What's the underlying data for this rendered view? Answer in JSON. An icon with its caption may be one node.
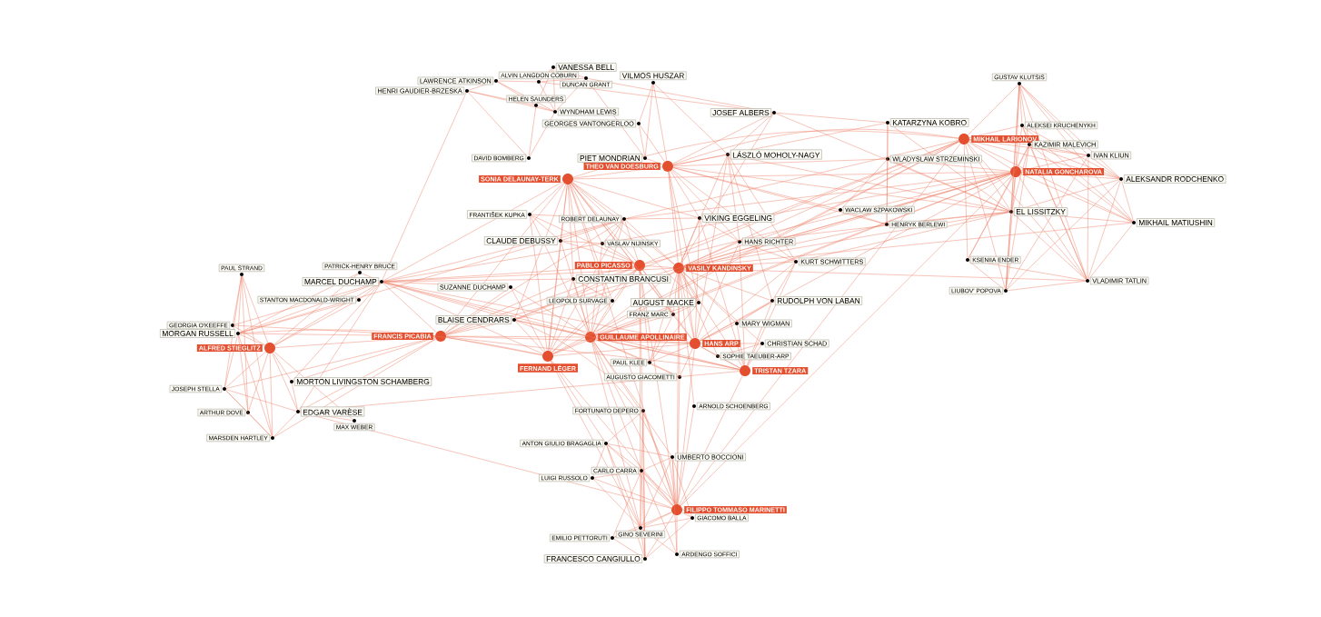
{
  "diagram": {
    "nodes": [
      {
        "text": [
          "VANESSA BELL"
        ]
      },
      {
        "text": [
          "ALVIN LANGDON COBURN"
        ]
      },
      {
        "text": [
          "DUNCAN GRANT"
        ]
      },
      {
        "text": [
          "LAWRENCE ATKINSON"
        ]
      },
      {
        "text": [
          "HENRI GAUDIER-BRZESKA"
        ]
      },
      {
        "text": [
          "HELEN SAUNDERS"
        ]
      },
      {
        "text": [
          "WYNDHAM LEWIS"
        ]
      },
      {
        "text": [
          "GEORGES VANTONGERLOO"
        ]
      },
      {
        "text": [
          "VILMOS HUSZAR"
        ]
      },
      {
        "text": [
          "DAVID BOMBERG"
        ]
      },
      {
        "text": [
          "PIET MONDRIAN"
        ]
      },
      {
        "text": [
          "THEO VAN DOESBURG"
        ]
      },
      {
        "text": [
          "SONIA DELAUNAY-TERK"
        ]
      },
      {
        "text": [
          "JOSEF ALBERS"
        ]
      },
      {
        "text": [
          "LÁSZLÓ MOHOLY-NAGY"
        ]
      },
      {
        "text": [
          "KATARZYNA KOBRO"
        ]
      },
      {
        "text": [
          "MIKHAIL LARIONOV"
        ]
      },
      {
        "text": [
          "GUSTAV KLUTSIS"
        ]
      },
      {
        "text": [
          "ALEKSEI KRUCHENYKH"
        ]
      },
      {
        "text": [
          "KAZIMIR MALEVICH"
        ]
      },
      {
        "text": [
          "IVAN KLIUN"
        ]
      },
      {
        "text": [
          "WLADYSLAW STRZEMINSKI"
        ]
      },
      {
        "text": [
          "NATALIA GONCHAROVA"
        ]
      },
      {
        "text": [
          "ALEKSANDR RODCHENKO"
        ]
      },
      {
        "text": [
          "WACLAW SZPAKOWSKI"
        ]
      },
      {
        "text": [
          "HENRYK BERLEWI"
        ]
      },
      {
        "text": [
          "EL LISSITZKY"
        ]
      },
      {
        "text": [
          "MIKHAIL MATIUSHIN"
        ]
      },
      {
        "text": [
          "FRANTIŠEK KUPKA"
        ]
      },
      {
        "text": [
          "ROBERT DELAUNAY"
        ]
      },
      {
        "text": [
          "VIKING EGGELING"
        ]
      },
      {
        "text": [
          "CLAUDE DEBUSSY"
        ]
      },
      {
        "text": [
          "VASLAV NIJINSKY"
        ]
      },
      {
        "text": [
          "HANS RICHTER"
        ]
      },
      {
        "text": [
          "PAUL STRAND"
        ]
      },
      {
        "text": [
          "PATRICK-HENRY BRUCE"
        ]
      },
      {
        "text": [
          "MARCEL DUCHAMP"
        ]
      },
      {
        "text": [
          "STANTON MACDONALD-WRIGHT"
        ]
      },
      {
        "text": [
          "SUZANNE DUCHAMP"
        ]
      },
      {
        "text": [
          "PABLO PICASSO"
        ]
      },
      {
        "text": [
          "VASILY KANDINSKY"
        ]
      },
      {
        "text": [
          "KURT SCHWITTERS"
        ]
      },
      {
        "text": [
          "CONSTANTIN BRANCUSI"
        ]
      },
      {
        "text": [
          "LEOPOLD SURVAGE"
        ]
      },
      {
        "text": [
          "AUGUST MACKE"
        ]
      },
      {
        "text": [
          "RUDOLPH VON LABAN"
        ]
      },
      {
        "text": [
          "FRANZ MARC"
        ]
      },
      {
        "text": [
          "GEORGIA O'KEEFFE"
        ]
      },
      {
        "text": [
          "MORGAN RUSSELL"
        ]
      },
      {
        "text": [
          "ALFRED STIEGLITZ"
        ]
      },
      {
        "text": [
          "BLAISE CENDRARS"
        ]
      },
      {
        "text": [
          "FRANCIS PICABIA"
        ]
      },
      {
        "text": [
          "GUILLAUME APOLLINAIRE"
        ]
      },
      {
        "text": [
          "MARY WIGMAN"
        ]
      },
      {
        "text": [
          "HANS ARP"
        ]
      },
      {
        "text": [
          "CHRISTIAN SCHAD"
        ]
      },
      {
        "text": [
          "SOPHIE TAEUBER-ARP"
        ]
      },
      {
        "text": [
          "FERNAND LÉGER"
        ]
      },
      {
        "text": [
          "TRISTAN TZARA"
        ]
      },
      {
        "text": [
          "PAUL KLEE"
        ]
      },
      {
        "text": [
          "AUGUSTO GIACOMETTI"
        ]
      },
      {
        "text": [
          "MORTON LIVINGSTON SCHAMBERG"
        ]
      },
      {
        "text": [
          "JOSEPH STELLA"
        ]
      },
      {
        "text": [
          "ARTHUR DOVE"
        ]
      },
      {
        "text": [
          "EDGAR VARÈSE"
        ]
      },
      {
        "text": [
          "MAX WEBER"
        ]
      },
      {
        "text": [
          "MARSDEN HARTLEY"
        ]
      },
      {
        "text": [
          "ARNOLD SCHOENBERG"
        ]
      },
      {
        "text": [
          "FORTUNATO DEPERO"
        ]
      },
      {
        "text": [
          "ANTON GIULIO BRAGAGLIA"
        ]
      },
      {
        "text": [
          "UMBERTO BOCCIONI"
        ]
      },
      {
        "text": [
          "LUIGI RUSSOLO"
        ]
      },
      {
        "text": [
          "CARLO CARRA"
        ]
      },
      {
        "text": [
          "FILIPPO TOMMASO MARINETTI"
        ]
      },
      {
        "text": [
          "GIACOMO BALLA"
        ]
      },
      {
        "text": [
          "GINO SEVERINI"
        ]
      },
      {
        "text": [
          "EMILIO PETTORUTI"
        ]
      },
      {
        "text": [
          "FRANCESCO CANGIULLO"
        ]
      },
      {
        "text": [
          "ARDENGO SOFFICI"
        ]
      },
      {
        "text": [
          "KSENIIA ENDER"
        ]
      },
      {
        "text": [
          "LIUBOV' POPOVA"
        ]
      },
      {
        "text": [
          "VLADIMIR TATLIN"
        ]
      }
    ],
    "edges": [
      {
        "from": 3,
        "to": 4,
        "arrow": "none"
      },
      {
        "from": 3,
        "to": 1,
        "arrow": "none"
      },
      {
        "from": 3,
        "to": 5,
        "arrow": "none"
      },
      {
        "from": 3,
        "to": 6,
        "arrow": "none"
      },
      {
        "from": 4,
        "to": 5,
        "arrow": "none"
      },
      {
        "from": 4,
        "to": 6,
        "arrow": "none"
      },
      {
        "from": 4,
        "to": 9,
        "arrow": "none"
      },
      {
        "from": 1,
        "to": 0,
        "arrow": "none"
      },
      {
        "from": 1,
        "to": 2,
        "arrow": "none"
      },
      {
        "from": 0,
        "to": 2,
        "arrow": "none"
      },
      {
        "from": 0,
        "to": 6,
        "arrow": "none"
      },
      {
        "from": 5,
        "to": 6,
        "arrow": "none"
      },
      {
        "from": 5,
        "to": 9,
        "arrow": "none"
      },
      {
        "from": 6,
        "to": 9,
        "arrow": "none"
      },
      {
        "from": 2,
        "to": 6,
        "arrow": "none"
      },
      {
        "from": 1,
        "to": 6,
        "arrow": "none"
      },
      {
        "from": 0,
        "to": 5,
        "arrow": "none"
      },
      {
        "from": 2,
        "to": 10,
        "arrow": "none"
      },
      {
        "from": 1,
        "to": 13,
        "arrow": "none"
      },
      {
        "from": 2,
        "to": 13,
        "arrow": "none"
      },
      {
        "from": 4,
        "to": 36,
        "arrow": "none"
      },
      {
        "from": 8,
        "to": 11,
        "arrow": "none"
      },
      {
        "from": 8,
        "to": 10,
        "arrow": "none"
      },
      {
        "from": 8,
        "to": 7,
        "arrow": "none"
      },
      {
        "from": 8,
        "to": 14,
        "arrow": "none"
      },
      {
        "from": 7,
        "to": 11,
        "arrow": "none"
      },
      {
        "from": 7,
        "to": 10,
        "arrow": "none"
      },
      {
        "from": 10,
        "to": 11,
        "arrow": "none"
      },
      {
        "from": 11,
        "to": 14,
        "arrow": "none"
      },
      {
        "from": 11,
        "to": 13,
        "arrow": "none"
      },
      {
        "from": 11,
        "to": 30,
        "arrow": "none"
      },
      {
        "from": 11,
        "to": 33,
        "arrow": "none"
      },
      {
        "from": 11,
        "to": 40,
        "arrow": "none"
      },
      {
        "from": 11,
        "to": 41,
        "arrow": "none"
      },
      {
        "from": 11,
        "to": 21,
        "arrow": "none"
      },
      {
        "from": 11,
        "to": 24,
        "arrow": "none"
      },
      {
        "from": 11,
        "to": 25,
        "arrow": "none"
      },
      {
        "from": 11,
        "to": 15,
        "arrow": "none"
      },
      {
        "from": 11,
        "to": 26,
        "arrow": "none"
      },
      {
        "from": 11,
        "to": 54,
        "arrow": "none"
      },
      {
        "from": 11,
        "to": 44,
        "arrow": "none"
      },
      {
        "from": 13,
        "to": 15,
        "arrow": "none"
      },
      {
        "from": 13,
        "to": 14,
        "arrow": "none"
      },
      {
        "from": 14,
        "to": 40,
        "arrow": "none"
      },
      {
        "from": 14,
        "to": 33,
        "arrow": "none"
      },
      {
        "from": 14,
        "to": 26,
        "arrow": "none"
      },
      {
        "from": 14,
        "to": 41,
        "arrow": "none"
      },
      {
        "from": 14,
        "to": 45,
        "arrow": "none"
      },
      {
        "from": 14,
        "to": 54,
        "arrow": "none"
      },
      {
        "from": 13,
        "to": 26,
        "arrow": "none"
      },
      {
        "from": 15,
        "to": 21,
        "arrow": "none"
      },
      {
        "from": 21,
        "to": 25,
        "arrow": "none"
      },
      {
        "from": 15,
        "to": 25,
        "arrow": "none"
      },
      {
        "from": 24,
        "to": 25,
        "arrow": "none"
      },
      {
        "from": 21,
        "to": 26,
        "arrow": "none"
      },
      {
        "from": 24,
        "to": 21,
        "arrow": "none"
      },
      {
        "from": 15,
        "to": 26,
        "arrow": "none"
      },
      {
        "from": 25,
        "to": 26,
        "arrow": "none"
      },
      {
        "from": 21,
        "to": 22,
        "arrow": "none"
      },
      {
        "from": 24,
        "to": 40,
        "arrow": "none"
      },
      {
        "from": 25,
        "to": 40,
        "arrow": "none"
      },
      {
        "from": 16,
        "to": 22,
        "arrow": "none"
      },
      {
        "from": 16,
        "to": 17,
        "arrow": "none"
      },
      {
        "from": 16,
        "to": 18,
        "arrow": "none"
      },
      {
        "from": 16,
        "to": 19,
        "arrow": "none"
      },
      {
        "from": 16,
        "to": 20,
        "arrow": "none"
      },
      {
        "from": 16,
        "to": 26,
        "arrow": "none"
      },
      {
        "from": 16,
        "to": 79,
        "arrow": "none"
      },
      {
        "from": 16,
        "to": 80,
        "arrow": "none"
      },
      {
        "from": 16,
        "to": 81,
        "arrow": "none"
      },
      {
        "from": 16,
        "to": 23,
        "arrow": "none"
      },
      {
        "from": 16,
        "to": 27,
        "arrow": "none"
      },
      {
        "from": 22,
        "to": 17,
        "arrow": "none"
      },
      {
        "from": 22,
        "to": 18,
        "arrow": "none"
      },
      {
        "from": 22,
        "to": 19,
        "arrow": "none"
      },
      {
        "from": 22,
        "to": 20,
        "arrow": "none"
      },
      {
        "from": 22,
        "to": 23,
        "arrow": "none"
      },
      {
        "from": 22,
        "to": 26,
        "arrow": "none"
      },
      {
        "from": 22,
        "to": 27,
        "arrow": "none"
      },
      {
        "from": 22,
        "to": 79,
        "arrow": "none"
      },
      {
        "from": 22,
        "to": 80,
        "arrow": "none"
      },
      {
        "from": 22,
        "to": 81,
        "arrow": "none"
      },
      {
        "from": 17,
        "to": 18,
        "arrow": "none"
      },
      {
        "from": 17,
        "to": 19,
        "arrow": "none"
      },
      {
        "from": 17,
        "to": 20,
        "arrow": "none"
      },
      {
        "from": 17,
        "to": 23,
        "arrow": "none"
      },
      {
        "from": 17,
        "to": 26,
        "arrow": "none"
      },
      {
        "from": 17,
        "to": 27,
        "arrow": "none"
      },
      {
        "from": 17,
        "to": 80,
        "arrow": "none"
      },
      {
        "from": 17,
        "to": 81,
        "arrow": "none"
      },
      {
        "from": 18,
        "to": 19,
        "arrow": "none"
      },
      {
        "from": 18,
        "to": 27,
        "arrow": "none"
      },
      {
        "from": 18,
        "to": 81,
        "arrow": "none"
      },
      {
        "from": 18,
        "to": 23,
        "arrow": "none"
      },
      {
        "from": 19,
        "to": 20,
        "arrow": "none"
      },
      {
        "from": 19,
        "to": 26,
        "arrow": "none"
      },
      {
        "from": 19,
        "to": 23,
        "arrow": "none"
      },
      {
        "from": 19,
        "to": 27,
        "arrow": "none"
      },
      {
        "from": 19,
        "to": 79,
        "arrow": "none"
      },
      {
        "from": 19,
        "to": 80,
        "arrow": "none"
      },
      {
        "from": 19,
        "to": 81,
        "arrow": "none"
      },
      {
        "from": 20,
        "to": 23,
        "arrow": "none"
      },
      {
        "from": 20,
        "to": 81,
        "arrow": "none"
      },
      {
        "from": 20,
        "to": 80,
        "arrow": "none"
      },
      {
        "from": 23,
        "to": 26,
        "arrow": "none"
      },
      {
        "from": 23,
        "to": 27,
        "arrow": "none"
      },
      {
        "from": 23,
        "to": 81,
        "arrow": "none"
      },
      {
        "from": 23,
        "to": 80,
        "arrow": "none"
      },
      {
        "from": 26,
        "to": 27,
        "arrow": "none"
      },
      {
        "from": 26,
        "to": 81,
        "arrow": "none"
      },
      {
        "from": 26,
        "to": 80,
        "arrow": "none"
      },
      {
        "from": 26,
        "to": 40,
        "arrow": "none"
      },
      {
        "from": 26,
        "to": 41,
        "arrow": "none"
      },
      {
        "from": 26,
        "to": 33,
        "arrow": "none"
      },
      {
        "from": 27,
        "to": 81,
        "arrow": "none"
      },
      {
        "from": 79,
        "to": 80,
        "arrow": "none"
      },
      {
        "from": 80,
        "to": 81,
        "arrow": "none"
      },
      {
        "from": 79,
        "to": 81,
        "arrow": "none"
      },
      {
        "from": 16,
        "to": 52,
        "arrow": "none"
      },
      {
        "from": 16,
        "to": 40,
        "arrow": "none"
      },
      {
        "from": 16,
        "to": 39,
        "arrow": "none"
      },
      {
        "from": 16,
        "to": 12,
        "arrow": "none"
      },
      {
        "from": 16,
        "to": 29,
        "arrow": "none"
      },
      {
        "from": 16,
        "to": 73,
        "arrow": "none"
      },
      {
        "from": 16,
        "to": 11,
        "arrow": "none"
      },
      {
        "from": 16,
        "to": 57,
        "arrow": "none"
      },
      {
        "from": 16,
        "to": 50,
        "arrow": "none"
      },
      {
        "from": 22,
        "to": 52,
        "arrow": "none"
      },
      {
        "from": 22,
        "to": 40,
        "arrow": "none"
      },
      {
        "from": 22,
        "to": 39,
        "arrow": "none"
      },
      {
        "from": 22,
        "to": 12,
        "arrow": "none"
      },
      {
        "from": 22,
        "to": 29,
        "arrow": "none"
      },
      {
        "from": 22,
        "to": 73,
        "arrow": "none"
      },
      {
        "from": 22,
        "to": 57,
        "arrow": "none"
      },
      {
        "from": 22,
        "to": 36,
        "arrow": "none"
      },
      {
        "from": 22,
        "to": 51,
        "arrow": "none"
      },
      {
        "from": 22,
        "to": 50,
        "arrow": "none"
      },
      {
        "from": 22,
        "to": 54,
        "arrow": "none"
      },
      {
        "from": 12,
        "to": 29,
        "arrow": "none"
      },
      {
        "from": 12,
        "to": 28,
        "arrow": "none"
      },
      {
        "from": 12,
        "to": 31,
        "arrow": "none"
      },
      {
        "from": 12,
        "to": 32,
        "arrow": "none"
      },
      {
        "from": 12,
        "to": 42,
        "arrow": "none"
      },
      {
        "from": 12,
        "to": 39,
        "arrow": "none"
      },
      {
        "from": 12,
        "to": 52,
        "arrow": "none"
      },
      {
        "from": 12,
        "to": 50,
        "arrow": "none"
      },
      {
        "from": 12,
        "to": 57,
        "arrow": "none"
      },
      {
        "from": 12,
        "to": 51,
        "arrow": "none"
      },
      {
        "from": 12,
        "to": 36,
        "arrow": "none"
      },
      {
        "from": 12,
        "to": 40,
        "arrow": "none"
      },
      {
        "from": 12,
        "to": 43,
        "arrow": "none"
      },
      {
        "from": 12,
        "to": 54,
        "arrow": "none"
      },
      {
        "from": 12,
        "to": 44,
        "arrow": "none"
      },
      {
        "from": 12,
        "to": 46,
        "arrow": "none"
      },
      {
        "from": 12,
        "to": 30,
        "arrow": "none"
      },
      {
        "from": 12,
        "to": 11,
        "arrow": "none"
      },
      {
        "from": 12,
        "to": 73,
        "arrow": "none"
      },
      {
        "from": 40,
        "to": 39,
        "arrow": "none"
      },
      {
        "from": 40,
        "to": 44,
        "arrow": "none"
      },
      {
        "from": 40,
        "to": 46,
        "arrow": "none"
      },
      {
        "from": 40,
        "to": 30,
        "arrow": "none"
      },
      {
        "from": 40,
        "to": 33,
        "arrow": "none"
      },
      {
        "from": 40,
        "to": 41,
        "arrow": "none"
      },
      {
        "from": 40,
        "to": 53,
        "arrow": "none"
      },
      {
        "from": 40,
        "to": 54,
        "arrow": "none"
      },
      {
        "from": 40,
        "to": 45,
        "arrow": "none"
      },
      {
        "from": 40,
        "to": 67,
        "arrow": "none"
      },
      {
        "from": 40,
        "to": 59,
        "arrow": "none"
      },
      {
        "from": 40,
        "to": 60,
        "arrow": "none"
      },
      {
        "from": 40,
        "to": 52,
        "arrow": "none"
      },
      {
        "from": 40,
        "to": 13,
        "arrow": "none"
      },
      {
        "from": 40,
        "to": 58,
        "arrow": "none"
      },
      {
        "from": 40,
        "to": 56,
        "arrow": "none"
      },
      {
        "from": 40,
        "to": 55,
        "arrow": "none"
      },
      {
        "from": 40,
        "to": 29,
        "arrow": "none"
      },
      {
        "from": 40,
        "to": 81,
        "arrow": "none"
      },
      {
        "from": 40,
        "to": 27,
        "arrow": "none"
      },
      {
        "from": 40,
        "to": 36,
        "arrow": "none"
      },
      {
        "from": 54,
        "to": 58,
        "arrow": "none"
      },
      {
        "from": 54,
        "to": 56,
        "arrow": "none"
      },
      {
        "from": 54,
        "to": 55,
        "arrow": "none"
      },
      {
        "from": 54,
        "to": 33,
        "arrow": "none"
      },
      {
        "from": 54,
        "to": 30,
        "arrow": "none"
      },
      {
        "from": 54,
        "to": 41,
        "arrow": "none"
      },
      {
        "from": 54,
        "to": 53,
        "arrow": "none"
      },
      {
        "from": 54,
        "to": 45,
        "arrow": "none"
      },
      {
        "from": 54,
        "to": 60,
        "arrow": "none"
      },
      {
        "from": 54,
        "to": 59,
        "arrow": "none"
      },
      {
        "from": 54,
        "to": 51,
        "arrow": "none"
      },
      {
        "from": 54,
        "to": 36,
        "arrow": "none"
      },
      {
        "from": 54,
        "to": 57,
        "arrow": "none"
      },
      {
        "from": 54,
        "to": 52,
        "arrow": "none"
      },
      {
        "from": 54,
        "to": 39,
        "arrow": "none"
      },
      {
        "from": 58,
        "to": 51,
        "arrow": "none"
      },
      {
        "from": 58,
        "to": 36,
        "arrow": "none"
      },
      {
        "from": 58,
        "to": 56,
        "arrow": "none"
      },
      {
        "from": 58,
        "to": 55,
        "arrow": "none"
      },
      {
        "from": 58,
        "to": 33,
        "arrow": "none"
      },
      {
        "from": 58,
        "to": 30,
        "arrow": "none"
      },
      {
        "from": 58,
        "to": 41,
        "arrow": "none"
      },
      {
        "from": 58,
        "to": 73,
        "arrow": "none"
      },
      {
        "from": 58,
        "to": 52,
        "arrow": "none"
      },
      {
        "from": 58,
        "to": 53,
        "arrow": "none"
      },
      {
        "from": 58,
        "to": 45,
        "arrow": "none"
      },
      {
        "from": 58,
        "to": 50,
        "arrow": "none"
      },
      {
        "from": 58,
        "to": 64,
        "arrow": "none"
      },
      {
        "from": 53,
        "to": 45,
        "arrow": "none"
      },
      {
        "from": 56,
        "to": 55,
        "arrow": "none"
      },
      {
        "from": 33,
        "to": 30,
        "arrow": "none"
      },
      {
        "from": 33,
        "to": 41,
        "arrow": "none"
      },
      {
        "from": 39,
        "to": 42,
        "arrow": "none"
      },
      {
        "from": 39,
        "to": 52,
        "arrow": "none"
      },
      {
        "from": 39,
        "to": 57,
        "arrow": "none"
      },
      {
        "from": 39,
        "to": 50,
        "arrow": "none"
      },
      {
        "from": 39,
        "to": 29,
        "arrow": "none"
      },
      {
        "from": 39,
        "to": 36,
        "arrow": "none"
      },
      {
        "from": 39,
        "to": 51,
        "arrow": "none"
      },
      {
        "from": 39,
        "to": 28,
        "arrow": "none"
      },
      {
        "from": 39,
        "to": 32,
        "arrow": "none"
      },
      {
        "from": 39,
        "to": 31,
        "arrow": "none"
      },
      {
        "from": 39,
        "to": 43,
        "arrow": "none"
      },
      {
        "from": 39,
        "to": 46,
        "arrow": "none"
      },
      {
        "from": 39,
        "to": 59,
        "arrow": "none"
      },
      {
        "from": 39,
        "to": 73,
        "arrow": "none"
      },
      {
        "from": 39,
        "to": 77,
        "arrow": "none"
      },
      {
        "from": 39,
        "to": 75,
        "arrow": "none"
      },
      {
        "from": 52,
        "to": 57,
        "arrow": "none"
      },
      {
        "from": 52,
        "to": 50,
        "arrow": "none"
      },
      {
        "from": 52,
        "to": 42,
        "arrow": "none"
      },
      {
        "from": 52,
        "to": 43,
        "arrow": "none"
      },
      {
        "from": 52,
        "to": 29,
        "arrow": "none"
      },
      {
        "from": 52,
        "to": 28,
        "arrow": "none"
      },
      {
        "from": 52,
        "to": 31,
        "arrow": "none"
      },
      {
        "from": 52,
        "to": 36,
        "arrow": "none"
      },
      {
        "from": 52,
        "to": 51,
        "arrow": "none"
      },
      {
        "from": 52,
        "to": 38,
        "arrow": "none"
      },
      {
        "from": 52,
        "to": 44,
        "arrow": "none"
      },
      {
        "from": 52,
        "to": 46,
        "arrow": "none"
      },
      {
        "from": 52,
        "to": 59,
        "arrow": "none"
      },
      {
        "from": 52,
        "to": 73,
        "arrow": "none"
      },
      {
        "from": 52,
        "to": 75,
        "arrow": "none"
      },
      {
        "from": 52,
        "to": 72,
        "arrow": "none"
      },
      {
        "from": 52,
        "to": 70,
        "arrow": "none"
      },
      {
        "from": 52,
        "to": 68,
        "arrow": "none"
      },
      {
        "from": 52,
        "to": 32,
        "arrow": "none"
      },
      {
        "from": 52,
        "to": 60,
        "arrow": "none"
      },
      {
        "from": 57,
        "to": 50,
        "arrow": "none"
      },
      {
        "from": 57,
        "to": 51,
        "arrow": "none"
      },
      {
        "from": 57,
        "to": 36,
        "arrow": "none"
      },
      {
        "from": 57,
        "to": 29,
        "arrow": "none"
      },
      {
        "from": 57,
        "to": 42,
        "arrow": "none"
      },
      {
        "from": 57,
        "to": 43,
        "arrow": "none"
      },
      {
        "from": 57,
        "to": 38,
        "arrow": "none"
      },
      {
        "from": 57,
        "to": 73,
        "arrow": "none"
      },
      {
        "from": 57,
        "to": 75,
        "arrow": "none"
      },
      {
        "from": 57,
        "to": 69,
        "arrow": "none"
      },
      {
        "from": 57,
        "to": 31,
        "arrow": "none"
      },
      {
        "from": 57,
        "to": 28,
        "arrow": "none"
      },
      {
        "from": 36,
        "to": 35,
        "arrow": "none"
      },
      {
        "from": 36,
        "to": 37,
        "arrow": "none"
      },
      {
        "from": 36,
        "to": 38,
        "arrow": "none"
      },
      {
        "from": 36,
        "to": 51,
        "arrow": "none"
      },
      {
        "from": 36,
        "to": 49,
        "arrow": "none"
      },
      {
        "from": 36,
        "to": 48,
        "arrow": "none"
      },
      {
        "from": 36,
        "to": 47,
        "arrow": "none"
      },
      {
        "from": 36,
        "to": 61,
        "arrow": "none"
      },
      {
        "from": 36,
        "to": 64,
        "arrow": "none"
      },
      {
        "from": 36,
        "to": 42,
        "arrow": "none"
      },
      {
        "from": 36,
        "to": 50,
        "arrow": "none"
      },
      {
        "from": 36,
        "to": 29,
        "arrow": "none"
      },
      {
        "from": 51,
        "to": 49,
        "arrow": "none"
      },
      {
        "from": 51,
        "to": 48,
        "arrow": "none"
      },
      {
        "from": 51,
        "to": 47,
        "arrow": "none"
      },
      {
        "from": 51,
        "to": 64,
        "arrow": "none"
      },
      {
        "from": 51,
        "to": 61,
        "arrow": "none"
      },
      {
        "from": 51,
        "to": 62,
        "arrow": "none"
      },
      {
        "from": 51,
        "to": 66,
        "arrow": "none"
      },
      {
        "from": 51,
        "to": 38,
        "arrow": "none"
      },
      {
        "from": 51,
        "to": 50,
        "arrow": "none"
      },
      {
        "from": 51,
        "to": 29,
        "arrow": "none"
      },
      {
        "from": 51,
        "to": 42,
        "arrow": "none"
      },
      {
        "from": 49,
        "to": 34,
        "arrow": "none"
      },
      {
        "from": 49,
        "to": 47,
        "arrow": "none"
      },
      {
        "from": 49,
        "to": 48,
        "arrow": "none"
      },
      {
        "from": 49,
        "to": 62,
        "arrow": "none"
      },
      {
        "from": 49,
        "to": 63,
        "arrow": "none"
      },
      {
        "from": 49,
        "to": 64,
        "arrow": "none"
      },
      {
        "from": 49,
        "to": 65,
        "arrow": "none"
      },
      {
        "from": 49,
        "to": 66,
        "arrow": "none"
      },
      {
        "from": 49,
        "to": 61,
        "arrow": "none"
      },
      {
        "from": 49,
        "to": 37,
        "arrow": "none"
      },
      {
        "from": 49,
        "to": 35,
        "arrow": "none"
      },
      {
        "from": 34,
        "to": 47,
        "arrow": "none"
      },
      {
        "from": 34,
        "to": 48,
        "arrow": "none"
      },
      {
        "from": 34,
        "to": 62,
        "arrow": "none"
      },
      {
        "from": 34,
        "to": 66,
        "arrow": "none"
      },
      {
        "from": 34,
        "to": 63,
        "arrow": "none"
      },
      {
        "from": 48,
        "to": 62,
        "arrow": "none"
      },
      {
        "from": 48,
        "to": 63,
        "arrow": "none"
      },
      {
        "from": 48,
        "to": 66,
        "arrow": "none"
      },
      {
        "from": 62,
        "to": 63,
        "arrow": "none"
      },
      {
        "from": 62,
        "to": 66,
        "arrow": "none"
      },
      {
        "from": 63,
        "to": 66,
        "arrow": "none"
      },
      {
        "from": 62,
        "to": 64,
        "arrow": "none"
      },
      {
        "from": 64,
        "to": 65,
        "arrow": "none"
      },
      {
        "from": 66,
        "to": 64,
        "arrow": "none"
      },
      {
        "from": 61,
        "to": 64,
        "arrow": "none"
      },
      {
        "from": 35,
        "to": 48,
        "arrow": "none"
      },
      {
        "from": 37,
        "to": 48,
        "arrow": "none"
      },
      {
        "from": 48,
        "to": 29,
        "arrow": "none"
      },
      {
        "from": 48,
        "to": 57,
        "arrow": "none"
      },
      {
        "from": 73,
        "to": 69,
        "arrow": "none"
      },
      {
        "from": 73,
        "to": 70,
        "arrow": "none"
      },
      {
        "from": 73,
        "to": 71,
        "arrow": "none"
      },
      {
        "from": 73,
        "to": 72,
        "arrow": "none"
      },
      {
        "from": 73,
        "to": 74,
        "arrow": "none"
      },
      {
        "from": 73,
        "to": 75,
        "arrow": "none"
      },
      {
        "from": 73,
        "to": 76,
        "arrow": "none"
      },
      {
        "from": 73,
        "to": 77,
        "arrow": "none"
      },
      {
        "from": 73,
        "to": 78,
        "arrow": "none"
      },
      {
        "from": 73,
        "to": 68,
        "arrow": "none"
      },
      {
        "from": 73,
        "to": 67,
        "arrow": "none"
      },
      {
        "from": 73,
        "to": 60,
        "arrow": "none"
      },
      {
        "from": 73,
        "to": 64,
        "arrow": "none"
      },
      {
        "from": 73,
        "to": 54,
        "arrow": "none"
      },
      {
        "from": 73,
        "to": 40,
        "arrow": "none"
      },
      {
        "from": 69,
        "to": 70,
        "arrow": "none"
      },
      {
        "from": 69,
        "to": 72,
        "arrow": "none"
      },
      {
        "from": 69,
        "to": 75,
        "arrow": "none"
      },
      {
        "from": 69,
        "to": 77,
        "arrow": "none"
      },
      {
        "from": 69,
        "to": 71,
        "arrow": "none"
      },
      {
        "from": 70,
        "to": 72,
        "arrow": "none"
      },
      {
        "from": 70,
        "to": 74,
        "arrow": "none"
      },
      {
        "from": 70,
        "to": 75,
        "arrow": "none"
      },
      {
        "from": 70,
        "to": 78,
        "arrow": "none"
      },
      {
        "from": 72,
        "to": 71,
        "arrow": "none"
      },
      {
        "from": 72,
        "to": 75,
        "arrow": "none"
      },
      {
        "from": 72,
        "to": 77,
        "arrow": "none"
      },
      {
        "from": 72,
        "to": 76,
        "arrow": "none"
      },
      {
        "from": 72,
        "to": 74,
        "arrow": "none"
      },
      {
        "from": 72,
        "to": 78,
        "arrow": "none"
      },
      {
        "from": 75,
        "to": 77,
        "arrow": "none"
      },
      {
        "from": 75,
        "to": 78,
        "arrow": "none"
      },
      {
        "from": 76,
        "to": 77,
        "arrow": "none"
      },
      {
        "from": 75,
        "to": 74,
        "arrow": "none"
      },
      {
        "from": 68,
        "to": 72,
        "arrow": "none"
      },
      {
        "from": 68,
        "to": 69,
        "arrow": "none"
      },
      {
        "from": 68,
        "to": 77,
        "arrow": "none"
      },
      {
        "from": 74,
        "to": 77,
        "arrow": "none"
      },
      {
        "from": 71,
        "to": 75,
        "arrow": "none"
      },
      {
        "from": 75,
        "to": 76,
        "arrow": "none"
      },
      {
        "from": 50,
        "to": 73,
        "arrow": "none"
      },
      {
        "from": 29,
        "to": 31,
        "arrow": "none"
      },
      {
        "from": 29,
        "to": 32,
        "arrow": "none"
      },
      {
        "from": 29,
        "to": 28,
        "arrow": "none"
      },
      {
        "from": 29,
        "to": 30,
        "arrow": "none"
      },
      {
        "from": 28,
        "to": 31,
        "arrow": "none"
      },
      {
        "from": 31,
        "to": 32,
        "arrow": "none"
      },
      {
        "from": 42,
        "to": 43,
        "arrow": "none"
      },
      {
        "from": 44,
        "to": 46,
        "arrow": "none"
      },
      {
        "from": 59,
        "to": 60,
        "arrow": "none"
      },
      {
        "from": 44,
        "to": 59,
        "arrow": "none"
      },
      {
        "from": 46,
        "to": 59,
        "arrow": "none"
      },
      {
        "from": 41,
        "to": 45,
        "arrow": "none"
      }
    ]
  }
}
